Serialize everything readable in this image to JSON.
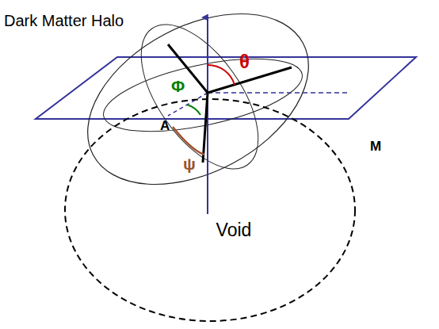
{
  "diagram": {
    "nodes": [
      {
        "text": [
          "Void"
        ]
      }
    ],
    "labels": [
      "Dark Matter Halo",
      "θ",
      "Φ",
      "A",
      "ψ",
      "M"
    ]
  }
}
